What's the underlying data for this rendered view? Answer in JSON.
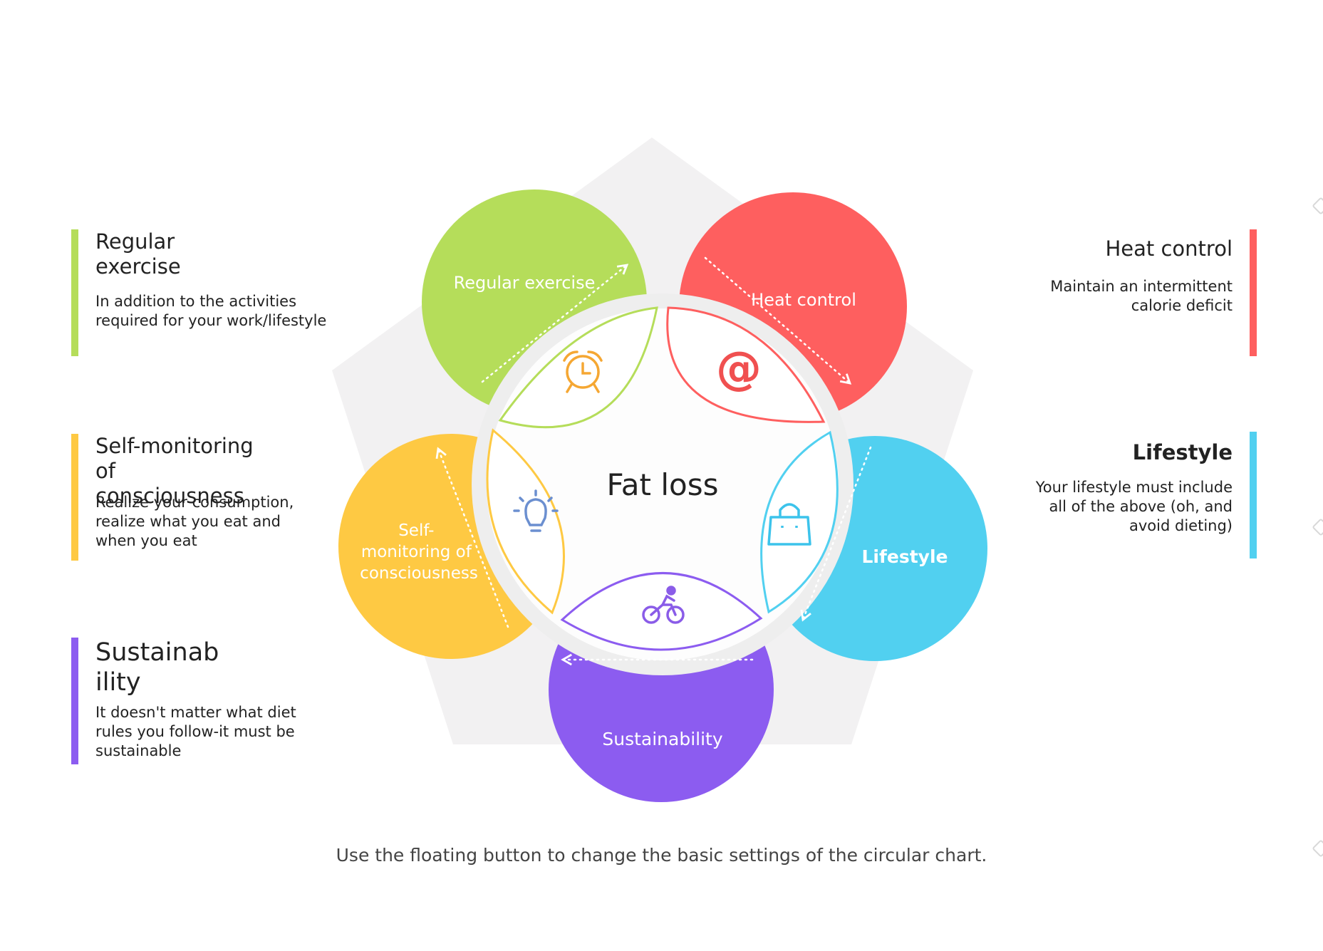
{
  "center_title": "Fat loss",
  "segments": [
    {
      "key": "regular",
      "label": "Regular exercise",
      "title": "Regular exercise",
      "desc": "In addition to the activities required for your work/lifestyle",
      "color": "#b5dd5a",
      "icon": "alarm-clock-icon",
      "icon_color": "#f5a733"
    },
    {
      "key": "heat",
      "label": "Heat control",
      "title": "Heat control",
      "desc": "Maintain an intermittent calorie deficit",
      "color": "#fe5f5f",
      "icon": "at-sign-icon",
      "icon_color": "#f05050"
    },
    {
      "key": "lifestyle",
      "label": "Lifestyle",
      "title": "Lifestyle",
      "desc": "Your lifestyle must include all of the above (oh, and avoid dieting)",
      "color": "#51d0f0",
      "icon": "shopping-bag-icon",
      "icon_color": "#3cc3eb"
    },
    {
      "key": "sustain",
      "label": "Sustainability",
      "title": "Sustainab ility",
      "desc": "It doesn't matter what diet rules you follow-it must be sustainable",
      "color": "#8c5cf0",
      "icon": "bicycle-rider-icon",
      "icon_color": "#8a5ce8"
    },
    {
      "key": "self",
      "label": "Self-monitoring of consciousness",
      "title": "Self-monitoring of consciousness",
      "desc": "Realize your consumption, realize what you eat and when you eat",
      "color": "#fec943",
      "icon": "light-bulb-icon",
      "icon_color": "#6b8fd0"
    }
  ],
  "footer": "Use the floating button to change the basic settings of the circular chart."
}
